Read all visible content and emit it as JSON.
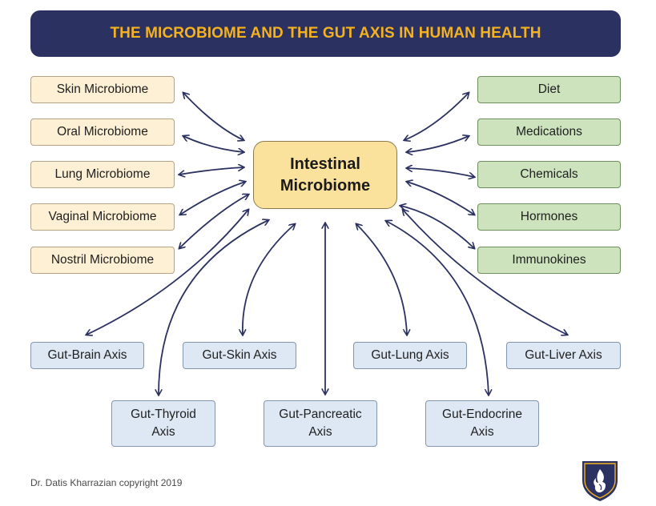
{
  "title": "THE MICROBIOME AND THE GUT AXIS IN HUMAN HEALTH",
  "center": {
    "line1": "Intestinal",
    "line2": "Microbiome"
  },
  "left_items": [
    "Skin Microbiome",
    "Oral Microbiome",
    "Lung Microbiome",
    "Vaginal Microbiome",
    "Nostril Microbiome"
  ],
  "right_items": [
    "Diet",
    "Medications",
    "Chemicals",
    "Hormones",
    "Immunokines"
  ],
  "axes_row1": [
    "Gut-Brain Axis",
    "Gut-Skin Axis",
    "Gut-Lung Axis",
    "Gut-Liver Axis"
  ],
  "axes_row2": [
    {
      "line1": "Gut-Thyroid",
      "line2": "Axis"
    },
    {
      "line1": "Gut-Pancreatic",
      "line2": "Axis"
    },
    {
      "line1": "Gut-Endocrine",
      "line2": "Axis"
    }
  ],
  "footer": "Dr. Datis Kharrazian copyright 2019",
  "colors": {
    "banner": "#2b3160",
    "banner_text": "#f4b120",
    "left_fill": "#fdf0d4",
    "right_fill": "#cce3bd",
    "axis_fill": "#dde8f4",
    "center_fill": "#fbe29c",
    "arrow": "#2b3160"
  },
  "icons": {
    "logo": "shield-flame-logo"
  }
}
